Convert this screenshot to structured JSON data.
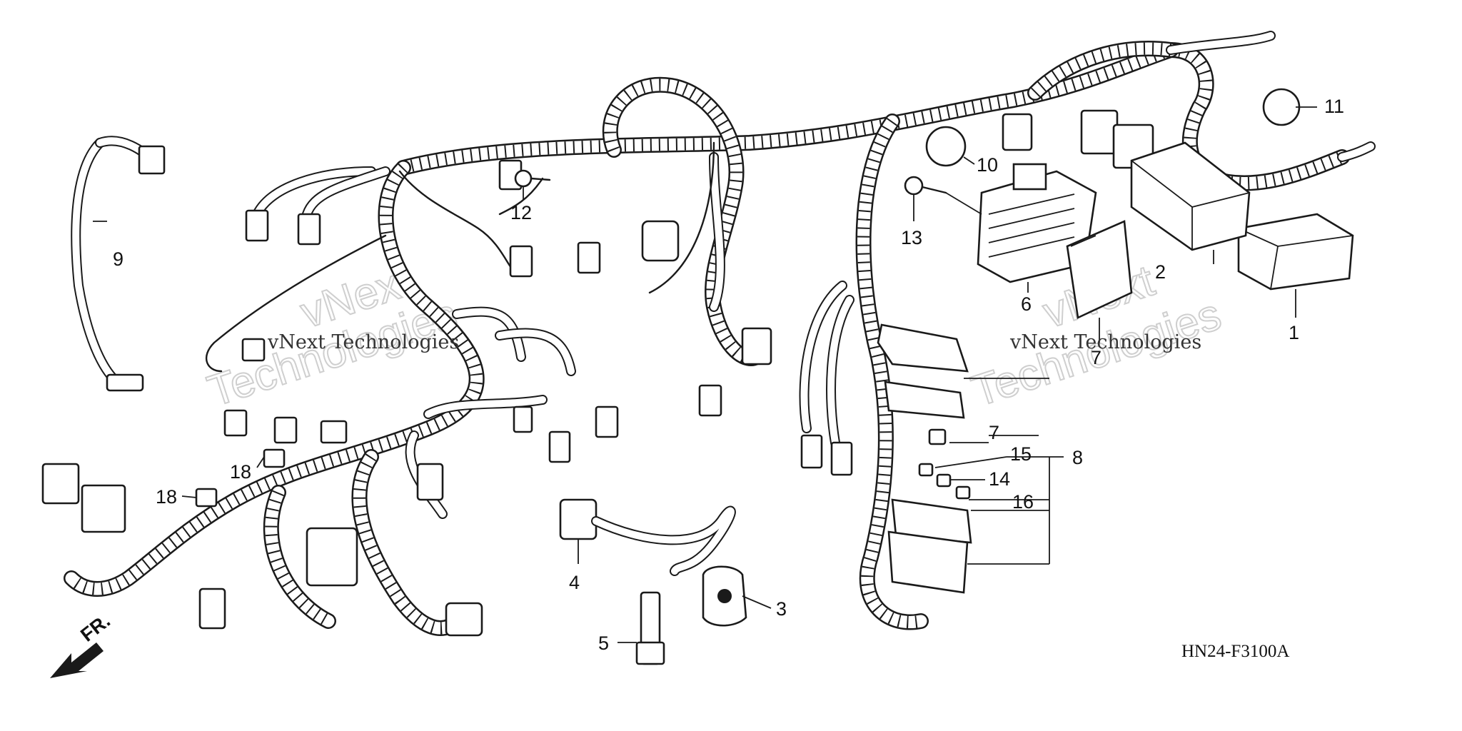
{
  "diagram": {
    "code": "HN24-F3100A",
    "direction_label": "FR.",
    "watermarks": [
      {
        "line1": "vNext",
        "line2": "Technologies",
        "caption": "vNext Technologies"
      },
      {
        "line1": "vNext",
        "line2": "Technologies",
        "caption": "vNext Technologies"
      }
    ],
    "callouts": {
      "c1": "1",
      "c2": "2",
      "c3": "3",
      "c4": "4",
      "c5": "5",
      "c6": "6",
      "c7a": "7",
      "c7b": "7",
      "c8": "8",
      "c9": "9",
      "c10": "10",
      "c11": "11",
      "c12": "12",
      "c13": "13",
      "c14": "14",
      "c15": "15",
      "c16": "16",
      "c18a": "18",
      "c18b": "18"
    }
  }
}
